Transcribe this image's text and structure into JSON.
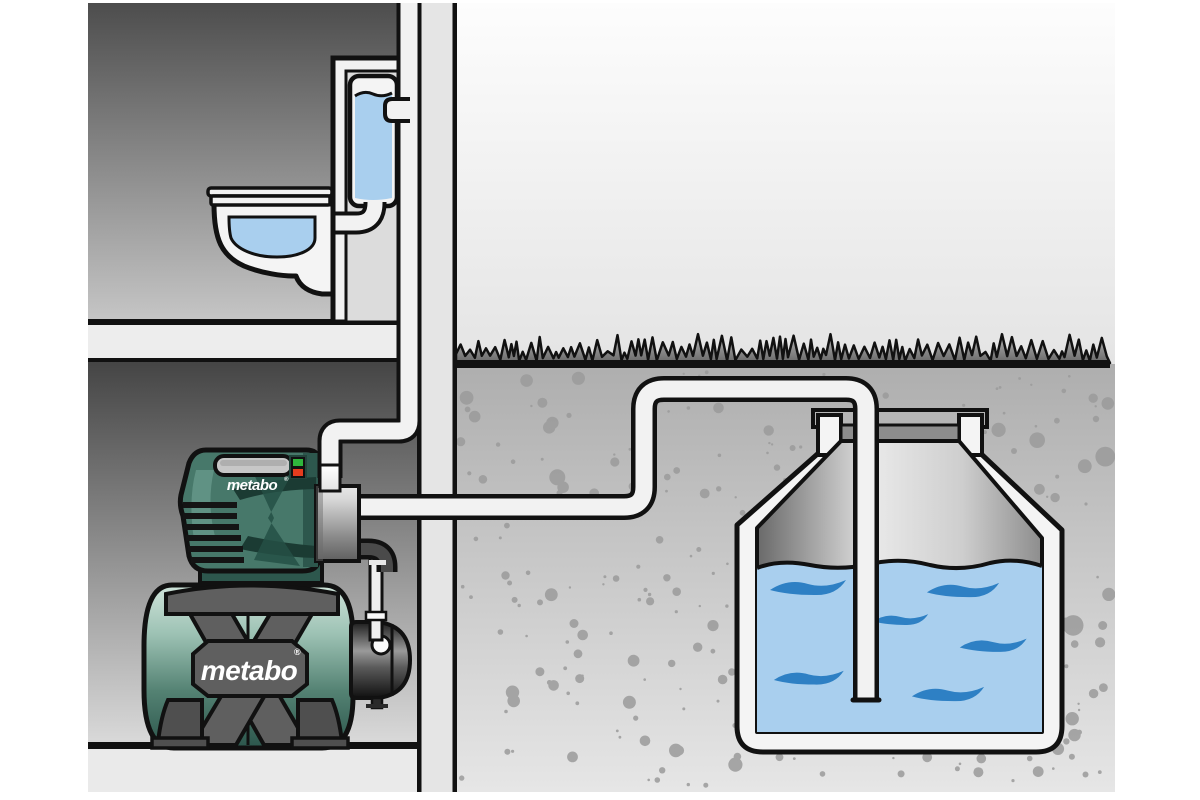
{
  "illustration": {
    "description": "Cutaway diagram: Metabo domestic waterworks pump in a basement draws water from a buried garden cistern and supplies a wall-hung toilet on the floor above",
    "pump": {
      "head_label": "metabo",
      "head_registered_mark": "®",
      "vessel_label": "metabo",
      "vessel_registered_mark": "®",
      "indicator_top": "green",
      "indicator_bottom": "red"
    },
    "colors": {
      "outline": "#111111",
      "pipe": "#f2f2f2",
      "tank_wall": "#f4f4f4",
      "wall": "#e5e5e5",
      "water": "#a9cfee",
      "wave": "#2e80c4",
      "soil_speckle": "#9b9b9b",
      "lid": "#b5b5b5",
      "metabo_green": "#47786a",
      "metabo_green_dark": "#2d574d",
      "vessel_strap": "#5f5f5f",
      "led_green": "#2fb53c",
      "led_red": "#e63c1e",
      "logo_white": "#ffffff"
    }
  }
}
